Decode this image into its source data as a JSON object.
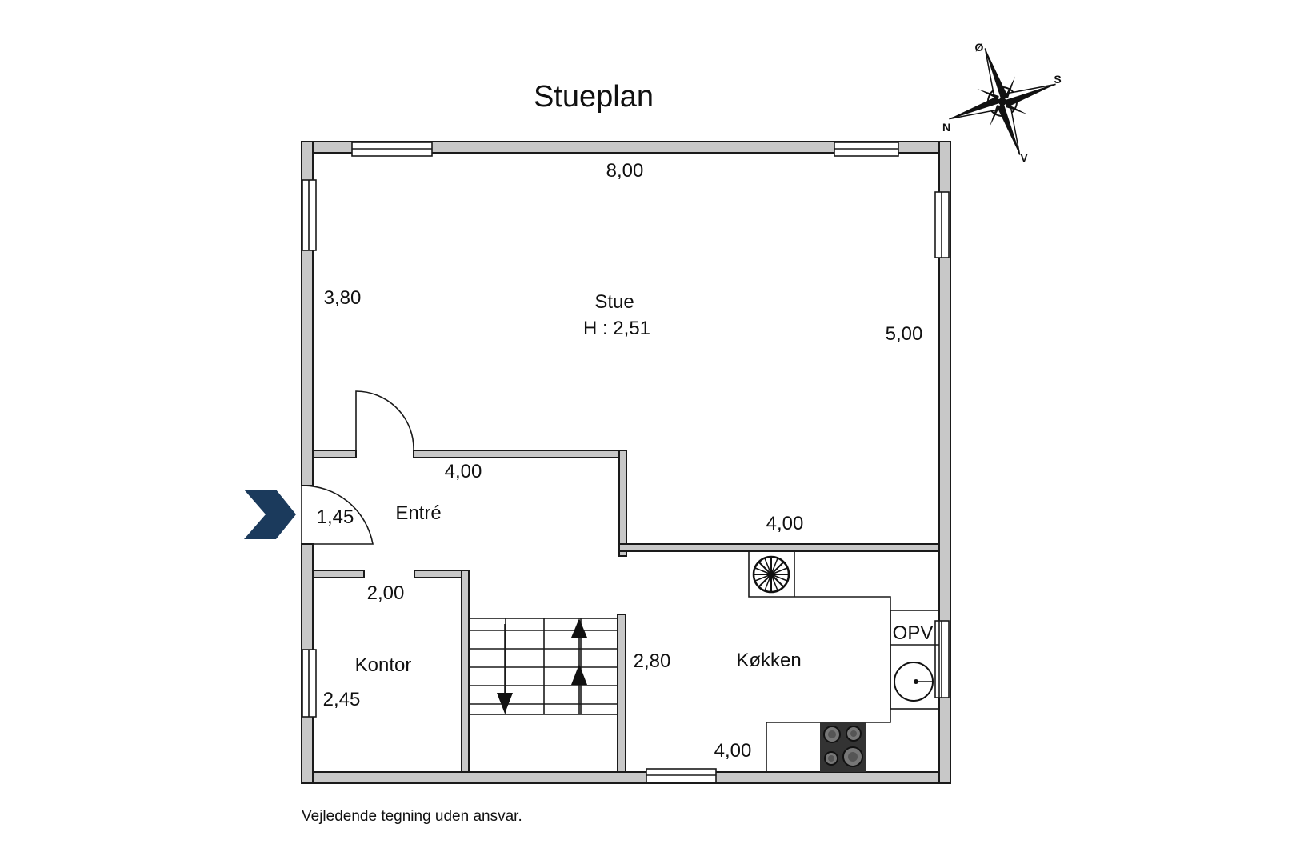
{
  "title": "Stueplan",
  "disclaimer": "Vejledende tegning uden ansvar.",
  "compass": {
    "n": "N",
    "s": "S",
    "o": "Ø",
    "v": "V"
  },
  "rooms": {
    "stue": {
      "name": "Stue",
      "height": "H : 2,51"
    },
    "entre": {
      "name": "Entré"
    },
    "kontor": {
      "name": "Kontor"
    },
    "kokken": {
      "name": "Køkken"
    },
    "opv": {
      "name": "OPV"
    }
  },
  "dimensions": {
    "top": "8,00",
    "stue_left": "3,80",
    "stue_right": "5,00",
    "entre_top": "4,00",
    "entre_width": "1,45",
    "kitchen_top": "4,00",
    "kontor_top": "2,00",
    "kitchen_side": "2,80",
    "kontor_side": "2,45",
    "kitchen_bottom": "4,00"
  },
  "colors": {
    "entrance_arrow": "#1b3a5c",
    "wall_fill": "#c8c8c8",
    "line": "#1a1a1a"
  }
}
